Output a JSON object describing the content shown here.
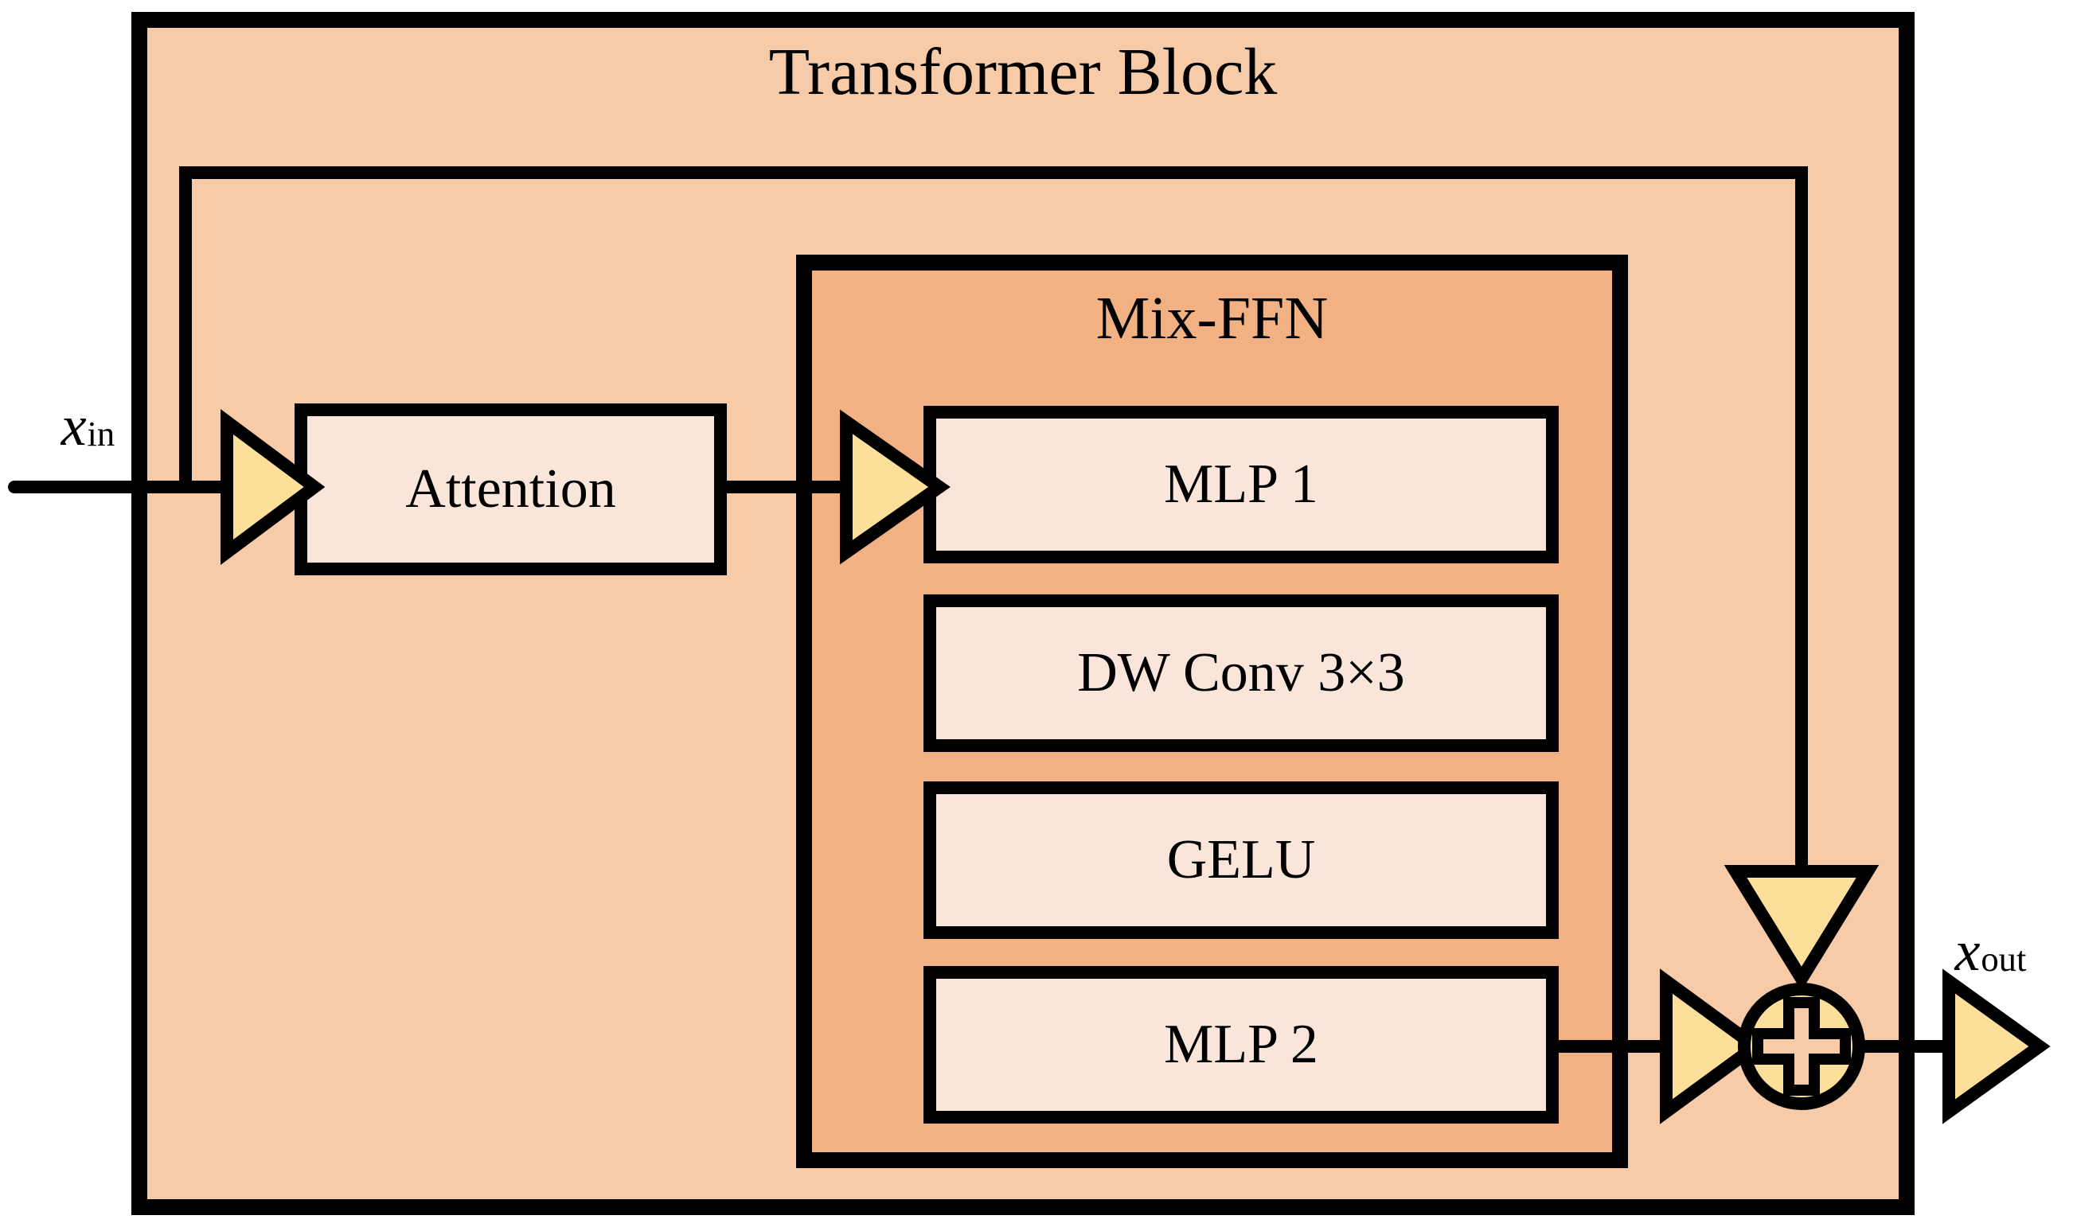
{
  "diagram": {
    "title": "Transformer Block",
    "colors": {
      "outer_fill": "#F7CBA8",
      "inner_panel_fill": "#F2B183",
      "box_fill": "#FAE5DA",
      "arrow_fill": "#FCE09A",
      "stroke": "#000000",
      "page_background": "#FFFFFF"
    },
    "outer_block": {
      "label": "Transformer Block"
    },
    "mix_ffn": {
      "label": "Mix-FFN",
      "stages": [
        {
          "label": "MLP 1"
        },
        {
          "label": "DW Conv 3×3"
        },
        {
          "label": "GELU"
        },
        {
          "label": "MLP 2"
        }
      ]
    },
    "attention": {
      "label": "Attention"
    },
    "io": {
      "input_var": "x",
      "input_sub": "in",
      "output_var": "x",
      "output_sub": "out"
    },
    "operators": {
      "add": "+"
    },
    "connections": [
      {
        "from": "x_in",
        "to": "attention",
        "kind": "arrow"
      },
      {
        "from": "x_in",
        "to": "residual-add",
        "kind": "skip-connection"
      },
      {
        "from": "attention",
        "to": "mlp-1",
        "kind": "arrow"
      },
      {
        "from": "mlp-2",
        "to": "residual-add",
        "kind": "arrow"
      },
      {
        "from": "residual-add",
        "to": "x_out",
        "kind": "arrow"
      }
    ]
  }
}
